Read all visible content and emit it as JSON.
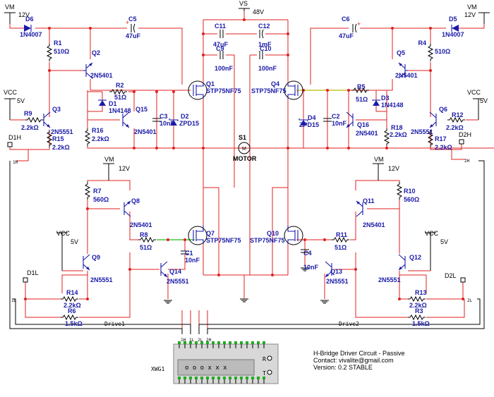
{
  "supplies": {
    "vm_left": "VM",
    "vm_left_v": "12V",
    "vs": "VS",
    "vs_v": "48V",
    "vm_right": "VM",
    "vm_right_v": "12V",
    "vcc_hl": "VCC",
    "vcc_hl_v": "5V",
    "vcc_hr": "VCC",
    "vcc_hr_v": "5V",
    "vm_ll": "VM",
    "vm_ll_v": "12V",
    "vm_lr": "VM",
    "vm_lr_v": "12V",
    "vcc_ll": "VCC",
    "vcc_ll_v": "5V",
    "vcc_lr": "VCC",
    "vcc_lr_v": "5V"
  },
  "parts": {
    "D6": {
      "ref": "D6",
      "val": "1N4007"
    },
    "C5": {
      "ref": "C5",
      "val": "47uF"
    },
    "R1": {
      "ref": "R1",
      "val": "510Ω"
    },
    "Q2": {
      "ref": "Q2",
      "val": "2N5401"
    },
    "R2": {
      "ref": "R2",
      "val": "51Ω"
    },
    "D1": {
      "ref": "D1",
      "val": "1N4148"
    },
    "Q15": {
      "ref": "Q15",
      "val": "2N5401"
    },
    "C3": {
      "ref": "C3",
      "val": "10nF"
    },
    "D2": {
      "ref": "D2",
      "val": "ZPD15"
    },
    "R16": {
      "ref": "R16",
      "val": "2.2kΩ"
    },
    "R9": {
      "ref": "R9",
      "val": "2.2kΩ"
    },
    "Q3": {
      "ref": "Q3",
      "val": "2N5551"
    },
    "R15": {
      "ref": "R15",
      "val": "2.2kΩ"
    },
    "C11": {
      "ref": "C11",
      "val": "47uF"
    },
    "C12": {
      "ref": "C12",
      "val": "1mF"
    },
    "C9": {
      "ref": "C9",
      "val": "100nF"
    },
    "C10": {
      "ref": "C10",
      "val": "100nF"
    },
    "Q1": {
      "ref": "Q1",
      "val": "STP75NF75"
    },
    "Q4": {
      "ref": "Q4",
      "val": "STP75NF75"
    },
    "S1": {
      "ref": "S1",
      "val": "MOTOR"
    },
    "C6": {
      "ref": "C6",
      "val": "47uF"
    },
    "D5": {
      "ref": "D5",
      "val": "1N4007"
    },
    "R4": {
      "ref": "R4",
      "val": "510Ω"
    },
    "Q5": {
      "ref": "Q5",
      "val": "2N5401"
    },
    "R5": {
      "ref": "R5",
      "val": "51Ω"
    },
    "D3": {
      "ref": "D3",
      "val": "1N4148"
    },
    "D4": {
      "ref": "D4",
      "val": "ZPD15"
    },
    "C2": {
      "ref": "C2",
      "val": "10nF"
    },
    "Q16": {
      "ref": "Q16",
      "val": "2N5401"
    },
    "R18": {
      "ref": "R18",
      "val": "2.2kΩ"
    },
    "Q6": {
      "ref": "Q6",
      "val": "2N5551"
    },
    "R12": {
      "ref": "R12",
      "val": "2.2kΩ"
    },
    "R17": {
      "ref": "R17",
      "val": "2.2kΩ"
    },
    "R7": {
      "ref": "R7",
      "val": "560Ω"
    },
    "Q8": {
      "ref": "Q8",
      "val": "2N5401"
    },
    "R8": {
      "ref": "R8",
      "val": "51Ω"
    },
    "Q7": {
      "ref": "Q7",
      "val": "STP75NF75"
    },
    "C1": {
      "ref": "C1",
      "val": "10nF"
    },
    "Q9": {
      "ref": "Q9",
      "val": "2N5551"
    },
    "Q14": {
      "ref": "Q14",
      "val": "2N5551"
    },
    "R14": {
      "ref": "R14",
      "val": "2.2kΩ"
    },
    "R6": {
      "ref": "R6",
      "val": "1.5kΩ"
    },
    "Q10": {
      "ref": "Q10",
      "val": "STP75NF75"
    },
    "C4": {
      "ref": "C4",
      "val": "10nF"
    },
    "R11": {
      "ref": "R11",
      "val": "51Ω"
    },
    "Q11": {
      "ref": "Q11",
      "val": "2N5401"
    },
    "R10": {
      "ref": "R10",
      "val": "560Ω"
    },
    "Q12": {
      "ref": "Q12",
      "val": "2N5551"
    },
    "Q13": {
      "ref": "Q13",
      "val": "2N5551"
    },
    "R13": {
      "ref": "R13",
      "val": "2.2kΩ"
    },
    "R3": {
      "ref": "R3",
      "val": "1.5kΩ"
    }
  },
  "inputs": {
    "d1h": "D1H",
    "d2h": "D2H",
    "d1l": "D1L",
    "d2l": "D2L",
    "pin_1h": "1H",
    "pin_2h": "2H",
    "pin_1l": "1L",
    "pin_2l": "2L"
  },
  "nets": {
    "drive1": "Drive1",
    "drive2": "Drive2"
  },
  "xwg": {
    "name": "XWG1",
    "display": "o o o   x x x",
    "r": "R",
    "t": "T",
    "pins": [
      "1H",
      "1L",
      "2L",
      "2H"
    ]
  },
  "notes": {
    "title": "H-Bridge Driver Circuit - Passive",
    "contact": "Contact: vivalite@gmail.com",
    "version": "Version: 0.2 STABLE"
  }
}
